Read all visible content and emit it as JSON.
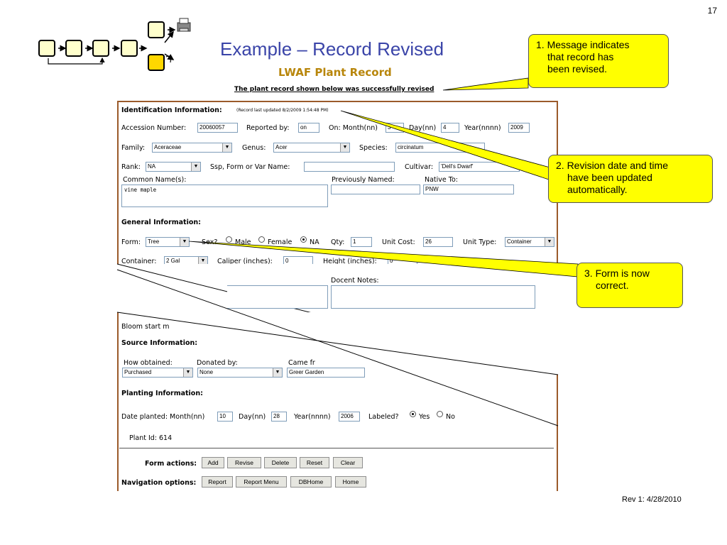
{
  "slide": {
    "number": "17",
    "title": "Example – Record Revised",
    "revision": "Rev 1: 4/28/2010"
  },
  "form": {
    "title": "LWAF Plant Record",
    "message": "The plant record shown below was successfully revised",
    "identification": {
      "heading": "Identification Information:",
      "last_updated": "(Record last updated 8/2/2009 1:54:48 PM)",
      "accession_label": "Accession Number:",
      "accession_value": "20060057",
      "reported_by_label": "Reported by:",
      "reported_by_value": "on",
      "on_month_label": "On: Month(nn)",
      "month_value": "3",
      "day_label": "Day(nn)",
      "day_value": "4",
      "year_label": "Year(nnnn)",
      "year_value": "2009",
      "family_label": "Family:",
      "family_value": "Aceraceae",
      "genus_label": "Genus:",
      "genus_value": "Acer",
      "species_label": "Species:",
      "species_value": "circinatum",
      "rank_label": "Rank:",
      "rank_value": "NA",
      "ssp_label": "Ssp, Form or Var Name:",
      "ssp_value": "",
      "cultivar_label": "Cultivar:",
      "cultivar_value": "'Dell's Dwarf'",
      "common_names_label": "Common Name(s):",
      "common_names_value": "vine maple",
      "previously_named_label": "Previously Named:",
      "previously_named_value": "",
      "native_to_label": "Native To:",
      "native_to_value": "PNW"
    },
    "general": {
      "heading": "General Information:",
      "form_label": "Form:",
      "form_value": "Tree",
      "sex_label": "Sex?",
      "sex_options": [
        "Male",
        "Female",
        "NA"
      ],
      "sex_selected": "NA",
      "qty_label": "Qty:",
      "qty_value": "1",
      "unit_cost_label": "Unit Cost:",
      "unit_cost_value": "26",
      "unit_type_label": "Unit Type:",
      "unit_type_value": "Container",
      "container_label": "Container:",
      "container_value": "2 Gal",
      "caliper_label": "Caliper (inches):",
      "caliper_value": "0",
      "height_label": "Height (inches):",
      "height_value": "0",
      "docent_notes_label": "Docent Notes:",
      "docent_notes_value": ""
    },
    "bloom_label": "Bloom start m",
    "source": {
      "heading": "Source Information:",
      "how_obtained_label": "How obtained:",
      "how_obtained_value": "Purchased",
      "donated_by_label": "Donated by:",
      "donated_by_value": "None",
      "came_from_label": "Came fr",
      "came_from_value": "Greer Garden"
    },
    "planting": {
      "heading": "Planting Information:",
      "date_planted_label": "Date planted: Month(nn)",
      "month_value": "10",
      "day_label": "Day(nn)",
      "day_value": "28",
      "year_label": "Year(nnnn)",
      "year_value": "2006",
      "labeled_label": "Labeled?",
      "labeled_options": [
        "Yes",
        "No"
      ],
      "labeled_selected": "Yes"
    },
    "plant_id": "Plant Id: 614",
    "form_actions_label": "Form actions:",
    "form_actions": [
      "Add",
      "Revise",
      "Delete",
      "Reset",
      "Clear"
    ],
    "navigation_label": "Navigation options:",
    "navigation": [
      "Report",
      "Report Menu",
      "DBHome",
      "Home"
    ]
  },
  "callouts": {
    "c1_line1": "1. Message indicates",
    "c1_line2": "that record has",
    "c1_line3": "been revised.",
    "c2_line1": "2. Revision date and time",
    "c2_line2": "have been updated",
    "c2_line3": "automatically.",
    "c3_line1": "3. Form is now",
    "c3_line2": "correct."
  },
  "colors": {
    "title": "#3a44a8",
    "form_title": "#b8860b",
    "panel_border": "#9b5a2a",
    "callout": "#ffff00",
    "flow_active": "#ffd700",
    "flow_box": "#ffffcc"
  }
}
